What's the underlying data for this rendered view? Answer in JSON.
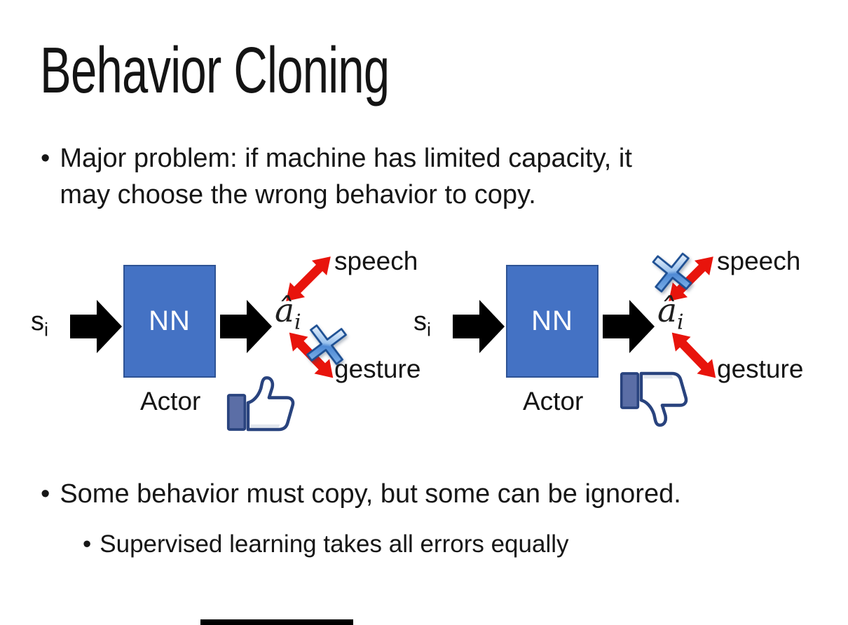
{
  "slide": {
    "title": "Behavior Cloning",
    "bullets": {
      "marker": "•",
      "b1_line1": "Major problem: if machine has limited capacity, it",
      "b1_line2": "may choose the wrong behavior to copy.",
      "b2": "Some behavior must copy, but some can be ignored.",
      "b2_sub": "Supervised learning takes all errors equally"
    }
  },
  "diagram": {
    "input_label": "s",
    "input_subscript": "i",
    "nn_label": "NN",
    "actor_label": "Actor",
    "output_label": "â",
    "output_subscript": "i",
    "speech_label": "speech",
    "gesture_label": "gesture"
  },
  "icons": {
    "cross": "rejected-cross",
    "left_feedback": "thumbs-up",
    "right_feedback": "thumbs-down"
  },
  "colors": {
    "background": "#FFFFFF",
    "text": "#141414",
    "nn_fill": "#4472C4",
    "nn_border": "#2E5395",
    "block_arrow": "#000000",
    "red_arrow": "#E8140C",
    "cross_outline": "#1D4F93",
    "cross_fill_light": "#E9F2FC",
    "cross_fill_dark": "#4E89D4",
    "thumb_outline": "#29437E",
    "thumb_cuff": "#5B6EA6"
  }
}
